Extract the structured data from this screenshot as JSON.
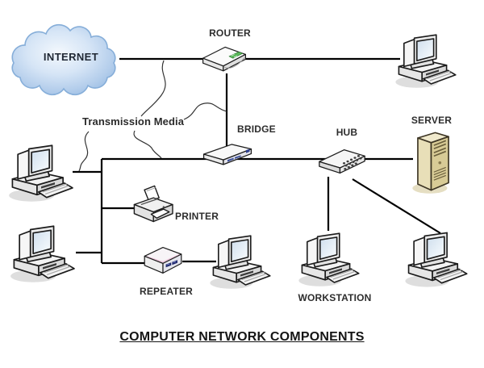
{
  "title": "COMPUTER NETWORK COMPONENTS",
  "annotation": {
    "transmission_media": "Transmission Media"
  },
  "nodes": {
    "internet": {
      "label": "INTERNET"
    },
    "router": {
      "label": "ROUTER"
    },
    "bridge": {
      "label": "BRIDGE"
    },
    "hub": {
      "label": "HUB"
    },
    "server": {
      "label": "SERVER"
    },
    "printer": {
      "label": "PRINTER"
    },
    "repeater": {
      "label": "REPEATER"
    },
    "workstation": {
      "label": "WORKSTATION"
    }
  },
  "edges": [
    {
      "from": "internet",
      "to": "router"
    },
    {
      "from": "router",
      "to": "computer-top-right"
    },
    {
      "from": "router",
      "to": "bridge"
    },
    {
      "from": "bridge",
      "to": "hub"
    },
    {
      "from": "hub",
      "to": "server"
    },
    {
      "from": "hub",
      "to": "workstation"
    },
    {
      "from": "hub",
      "to": "computer-bottom-right"
    },
    {
      "from": "bridge",
      "to": "lan-bus"
    },
    {
      "from": "lan-bus",
      "to": "computer-left-1"
    },
    {
      "from": "lan-bus",
      "to": "computer-left-2"
    },
    {
      "from": "lan-bus",
      "to": "printer"
    },
    {
      "from": "lan-bus",
      "to": "repeater"
    },
    {
      "from": "repeater",
      "to": "computer-mid-bottom"
    }
  ],
  "colors": {
    "line": "#000000",
    "label": "#2d2d2d",
    "cloud_fill": "#bcd4ee",
    "cloud_stroke": "#86aed9",
    "router_accent": "#5cb85c",
    "bridge_accent": "#3b4f9b",
    "repeater_port": "#202a6d",
    "server_body": "#d8cb96"
  }
}
